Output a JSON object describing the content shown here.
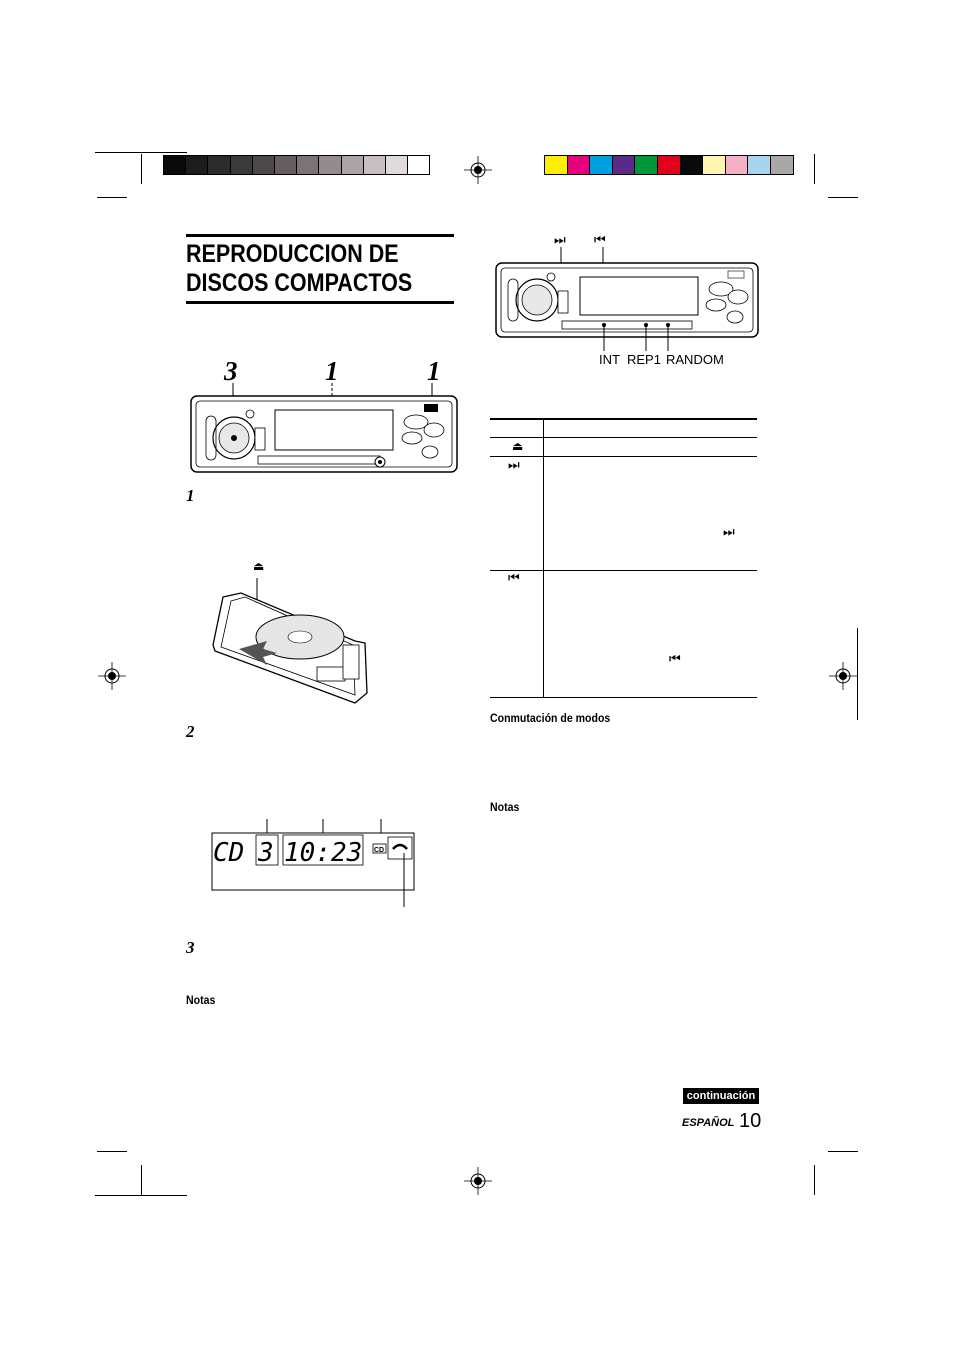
{
  "page": {
    "title_line1": "REPRODUCCION DE",
    "title_line2": "DISCOS COMPACTOS"
  },
  "colors": {
    "gray_bars": [
      "#0a0a0a",
      "#1c1c1c",
      "#2c2c2c",
      "#3a3a3a",
      "#4e4848",
      "#665e5e",
      "#7c7474",
      "#948c8c",
      "#aca4a4",
      "#c8c0c0",
      "#e0dada",
      "#ffffff"
    ],
    "color_bars": [
      "#ffee00",
      "#e6007e",
      "#00a0e0",
      "#5a2a8a",
      "#00963c",
      "#e2001a",
      "#0a0a0a",
      "#fff5b0",
      "#f5b0c8",
      "#a8d4f0",
      "#a8a8a8"
    ]
  },
  "figure_top": {
    "callouts": [
      "3",
      "1",
      "1"
    ]
  },
  "steps": [
    {
      "num": "1"
    },
    {
      "num": "2"
    },
    {
      "num": "3"
    }
  ],
  "figure_eject": {
    "eject_symbol": "⏏"
  },
  "display": {
    "source": "CD",
    "track": "3",
    "time": "10:23",
    "indicator": "CD"
  },
  "notes_left": "Notas",
  "figure_right": {
    "next_symbol": "⏭",
    "prev_symbol": "⏮",
    "labels": [
      "INT",
      "REP1",
      "RANDOM"
    ]
  },
  "table": {
    "rows": [
      {
        "symbol": "⏏",
        "text_symbol": ""
      },
      {
        "symbol": "⏭",
        "text_symbol": "⏭"
      },
      {
        "symbol": "⏮",
        "text_symbol": "⏮"
      }
    ]
  },
  "section_mode": "Conmutación de modos",
  "notes_right": "Notas",
  "footer": {
    "continued": "continuación",
    "language": "ESPAÑOL",
    "page_number": "10"
  }
}
